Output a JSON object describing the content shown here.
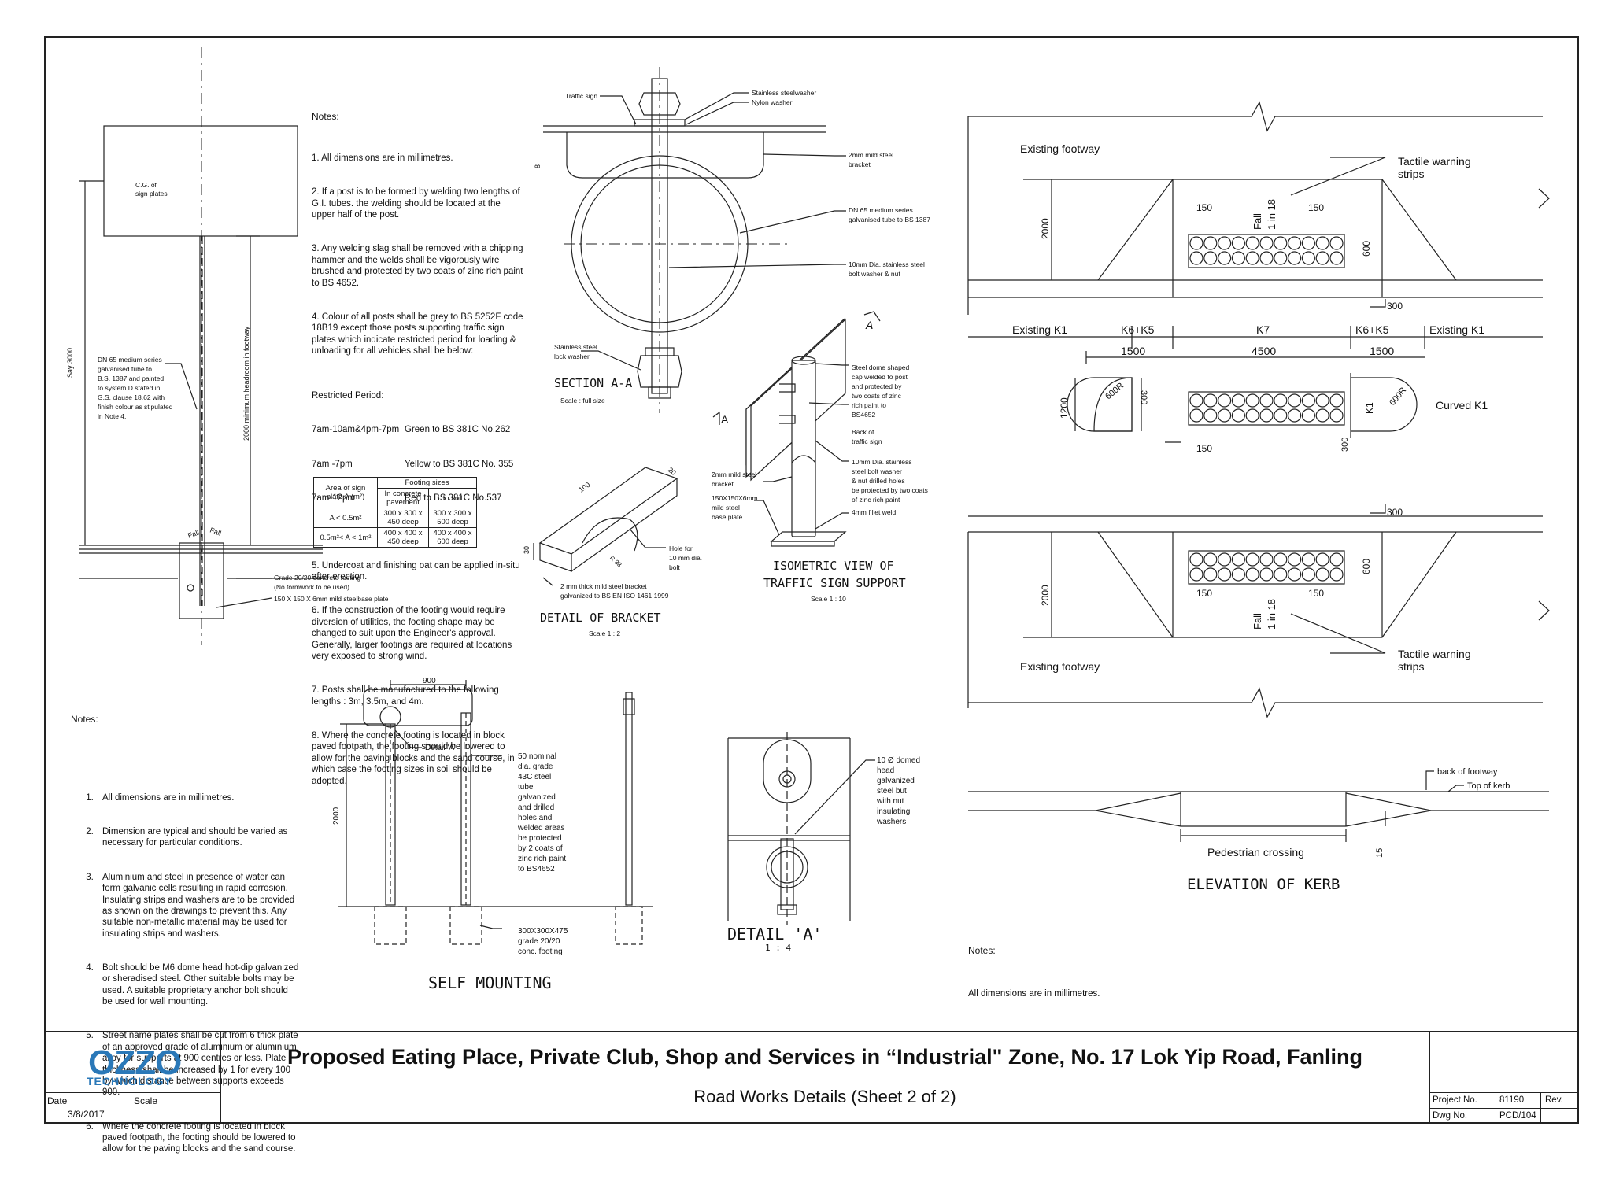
{
  "notes_main": {
    "heading": "Notes:",
    "items": [
      "1. All dimensions are in millimetres.",
      "2. If a post is to be formed by welding two lengths of G.I. tubes. the welding should be located at the upper half of the post.",
      "3. Any welding slag shall be removed with a chipping hammer and the welds shall be vigorously wire brushed and protected by two coats of zinc rich paint to BS 4652.",
      "4. Colour of all posts shall be grey to BS 5252F code 18B19 except those posts supporting traffic sign plates which indicate restricted period for loading & unloading for all vehicles shall be below:"
    ],
    "restricted_heading": "Restricted Period:",
    "restricted": [
      {
        "time": "7am-10am&4pm-7pm",
        "colour": "Green to BS 381C No.262"
      },
      {
        "time": "7am -7pm",
        "colour": "Yellow to BS 381C No. 355"
      },
      {
        "time": "7am-12pm",
        "colour": "Red to BS 381C No.537"
      }
    ],
    "items2": [
      "5. Undercoat and finishing oat can be applied in-situ after erection.",
      "6. If the construction of the footing would require diversion of utilities, the footing shape may be changed to suit upon the Engineer's approval. Generally, larger footings are required at locations very exposed to strong wind.",
      "7. Posts shall be manufactured to the following lengths : 3m, 3.5m, and 4m.",
      "8. Where the concrete footing is located in block paved footpath, the footing should be lowered to allow for the paving blocks and the sand course, in which case the footing sizes in soil should be adopted."
    ]
  },
  "footing_table": {
    "col0": "Area of sign plate A (m²)",
    "group": "Footing sizes",
    "col1": "In concrete pavement",
    "col2": "In soil",
    "rows": [
      [
        "A < 0.5m²",
        "300 x 300 x 450 deep",
        "300 x 300 x 500 deep"
      ],
      [
        "0.5m²< A < 1m²",
        "400 x 400 x 450 deep",
        "400 x 400 x 600 deep"
      ]
    ]
  },
  "notes_self": {
    "heading": "Notes:",
    "items": [
      "All dimensions are in millimetres.",
      "Dimension are typical and should be varied as necessary for particular conditions.",
      "Aluminium and steel in presence of water can form galvanic cells resulting in rapid corrosion. Insulating strips and washers are to be provided as shown on the drawings to prevent this. Any suitable non-metallic material may be used for  insulating strips and washers.",
      "Bolt should be M6 dome head hot-dip galvanized or sheradised steel. Other suitable bolts may be used. A suitable proprietary anchor bolt should be used for wall mounting.",
      "Street name plates shall be cut from 6 thick plate of an approved grade of aluminium or aluminium alloy for supports at 900 centres or less. Plate thickness shall be increased by 1 for every 100 by which distance between supports exceeds 900.",
      "Where the concrete footing is located in block paved footpath, the footing should be lowered to allow for the paving blocks and the sand course."
    ]
  },
  "notes_kerb": {
    "heading": "Notes:",
    "text": "All dimensions are in millimetres."
  },
  "post": {
    "cg": "C.G. of",
    "cg2": "sign plates",
    "tube1": "DN 65 medium  series",
    "tube2": "galvanised tube to",
    "tube3": "B.S. 1387 and painted",
    "tube4": "to system  D stated in",
    "tube5": "G.S. clause 18.62  with",
    "tube6": "finish colour as stipulated",
    "tube7": "in Note 4.",
    "say": "Say 3000",
    "headroom": "2000 minimum headroom in footway",
    "fall": "Fall",
    "footing1": "Grade 20/20 concrete footing",
    "footing2": "(No formwork to be used)",
    "base": "150 X 150 X 6mm mild steelbase plate"
  },
  "section": {
    "traffic_sign": "Traffic sign",
    "washer1": "Stainless steelwasher",
    "washer2": "Nylon washer",
    "bracket1": "2mm mild steel",
    "bracket2": "bracket",
    "tube1": "DN 65 medium series",
    "tube2": "galvanised tube to BS 1387",
    "bolt1": "10mm Dia. stainless steel",
    "bolt2": "bolt washer & nut",
    "lock1": "Stainless steel",
    "lock2": "lock washer",
    "dim8": "8",
    "title": "SECTION A-A",
    "scale": "Scale : full size"
  },
  "bracket": {
    "d100": "100",
    "d20": "20",
    "d30": "30",
    "r": "R 38",
    "hole1": "Hole for",
    "hole2": "10 mm dia.",
    "hole3": "bolt",
    "thick1": "2 mm  thick mild steel bracket",
    "thick2": "galvanized to BS EN ISO 1461:1999",
    "title": "DETAIL OF BRACKET",
    "scale": "Scale 1 : 2"
  },
  "iso": {
    "a": "A",
    "cap1": "Steel dome shaped",
    "cap2": "cap welded to post",
    "cap3": "and protected by",
    "cap4": "two coats of zinc",
    "cap5": "rich paint to",
    "cap6": "BS4652",
    "back1": "Back of",
    "back2": "traffic sign",
    "bolt1": "10mm  Dia. stainless",
    "bolt2": "steel bolt washer",
    "bolt3": "& nut  drilled holes",
    "bolt4": "be protected by two coats",
    "bolt5": "of zinc rich paint",
    "weld": "4mm  fillet weld",
    "br1": "2mm  mild steel",
    "br2": "bracket",
    "bp1": "150X150X6mm",
    "bp2": "mild steel",
    "bp3": "base plate",
    "title1": "ISOMETRIC VIEW OF",
    "title2": "TRAFFIC SIGN SUPPORT",
    "scale": "Scale  1 : 10"
  },
  "self_mount": {
    "w900": "900",
    "h2000": "2000",
    "detailA": "Detail 'A'",
    "tube": [
      "50 nominal",
      "dia. grade",
      "43C steel",
      "tube",
      "galvanized",
      "and drilled",
      "holes and",
      "welded areas",
      "be protected",
      "by 2 coats of",
      "zinc rich paint",
      "to BS4652"
    ],
    "footing": [
      "300X300X475",
      "grade 20/20",
      "conc. footing"
    ],
    "title": "SELF MOUNTING"
  },
  "detailA": {
    "label": [
      "10 Ø domed",
      "head",
      "galvanized",
      "steel but",
      "with nut",
      "insulating",
      "washers"
    ],
    "title": "DETAIL 'A'",
    "scale": "1 : 4"
  },
  "crossing": {
    "footway": "Existing footway",
    "tactile1": "Tactile warning",
    "tactile2": "strips",
    "fall1": "Fall",
    "fall2": "1 in 18",
    "d150": "150",
    "d600": "600",
    "d2000": "2000",
    "d300": "300",
    "k1": "Existing K1",
    "k65": "K6+K5",
    "k7": "K7",
    "d1500": "1500",
    "d4500": "4500",
    "d1200": "1200",
    "r600": "600R",
    "kk1": "K1",
    "curved": "Curved K1",
    "a": "A"
  },
  "kerb": {
    "back": "back of footway",
    "top": "Top of kerb",
    "ped": "Pedestrian crossing",
    "d15": "15",
    "title": "ELEVATION OF KERB"
  },
  "titleblock": {
    "logo": "OZZO",
    "logo_sub": "TECHNOLOGY",
    "date_label": "Date",
    "date": "3/8/2017",
    "scale_label": "Scale",
    "title": "Proposed Eating Place, Private Club, Shop and Services in “Industrial\" Zone, No. 17 Lok Yip Road, Fanling",
    "subtitle": "Road Works Details (Sheet 2 of 2)",
    "project_label": "Project No.",
    "project": "81190",
    "dwg_label": "Dwg No.",
    "dwg": "PCD/104",
    "rev_label": "Rev."
  }
}
